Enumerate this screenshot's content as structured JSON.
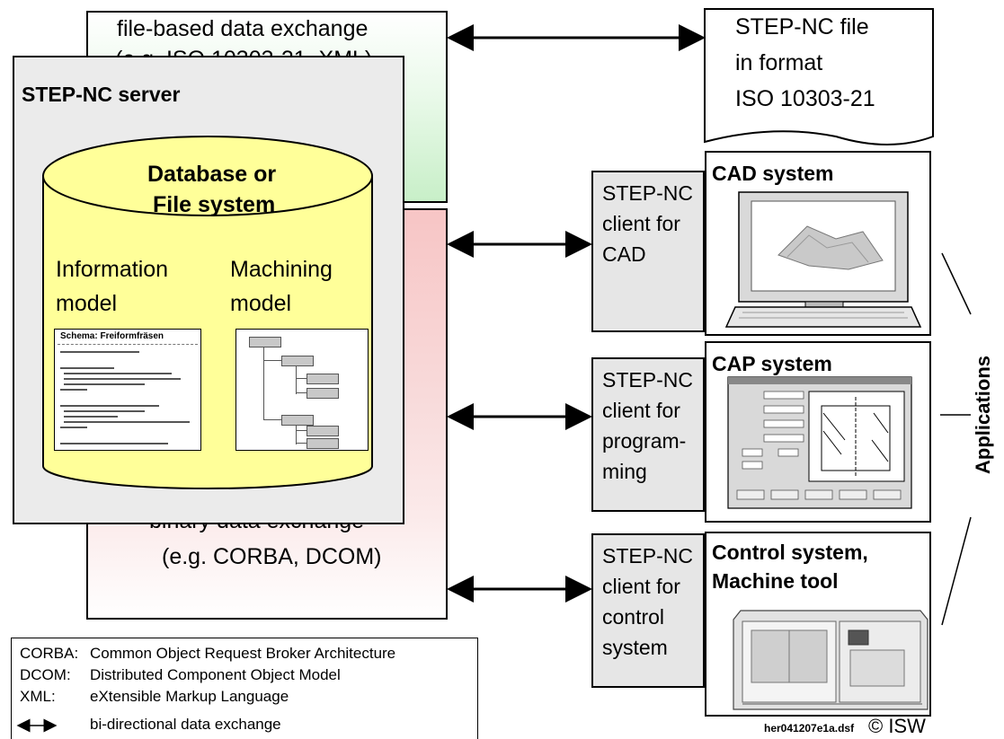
{
  "file_exchange": {
    "line1": "file-based data exchange",
    "line2": "(e.g. ISO 10303-21, XML)"
  },
  "server": {
    "title": "STEP-NC server",
    "database": {
      "line1": "Database or",
      "line2": "File system"
    },
    "info_model": {
      "line1": "Information",
      "line2": "model"
    },
    "machining_model": {
      "line1": "Machining",
      "line2": "model"
    },
    "schema_title": "Schema: Freiformfräsen"
  },
  "binary_exchange": {
    "line1": "binary data exchange",
    "line2": "(e.g. CORBA, DCOM)"
  },
  "step_file": {
    "line1": "STEP-NC file",
    "line2": "in format",
    "line3": "ISO 10303-21"
  },
  "clients": [
    {
      "line1": "STEP-NC",
      "line2": "client for",
      "line3": "CAD",
      "line4": ""
    },
    {
      "line1": "STEP-NC",
      "line2": "client for",
      "line3": "program-",
      "line4": "ming"
    },
    {
      "line1": "STEP-NC",
      "line2": "client for",
      "line3": "control",
      "line4": "system"
    }
  ],
  "systems": [
    {
      "line1": "CAD system",
      "line2": ""
    },
    {
      "line1": "CAP system",
      "line2": ""
    },
    {
      "line1": "Control system,",
      "line2": "Machine tool"
    }
  ],
  "applications_label": "Applications",
  "legend": [
    {
      "key": "CORBA:",
      "value": "Common Object Request Broker Architecture"
    },
    {
      "key": "DCOM:",
      "value": "Distributed Component Object Model"
    },
    {
      "key": "XML:",
      "value": "eXtensible Markup Language"
    },
    {
      "key": "",
      "value": "bi-directional data exchange"
    }
  ],
  "footer": {
    "filename": "her041207e1a.dsf",
    "copyright": "© ISW"
  },
  "colors": {
    "server_bg": "#ebebeb",
    "cylinder": "#ffff99",
    "green_tint": "#d8f5d8",
    "red_tint": "#f5c8c8",
    "client_bg": "#e6e6e6"
  }
}
